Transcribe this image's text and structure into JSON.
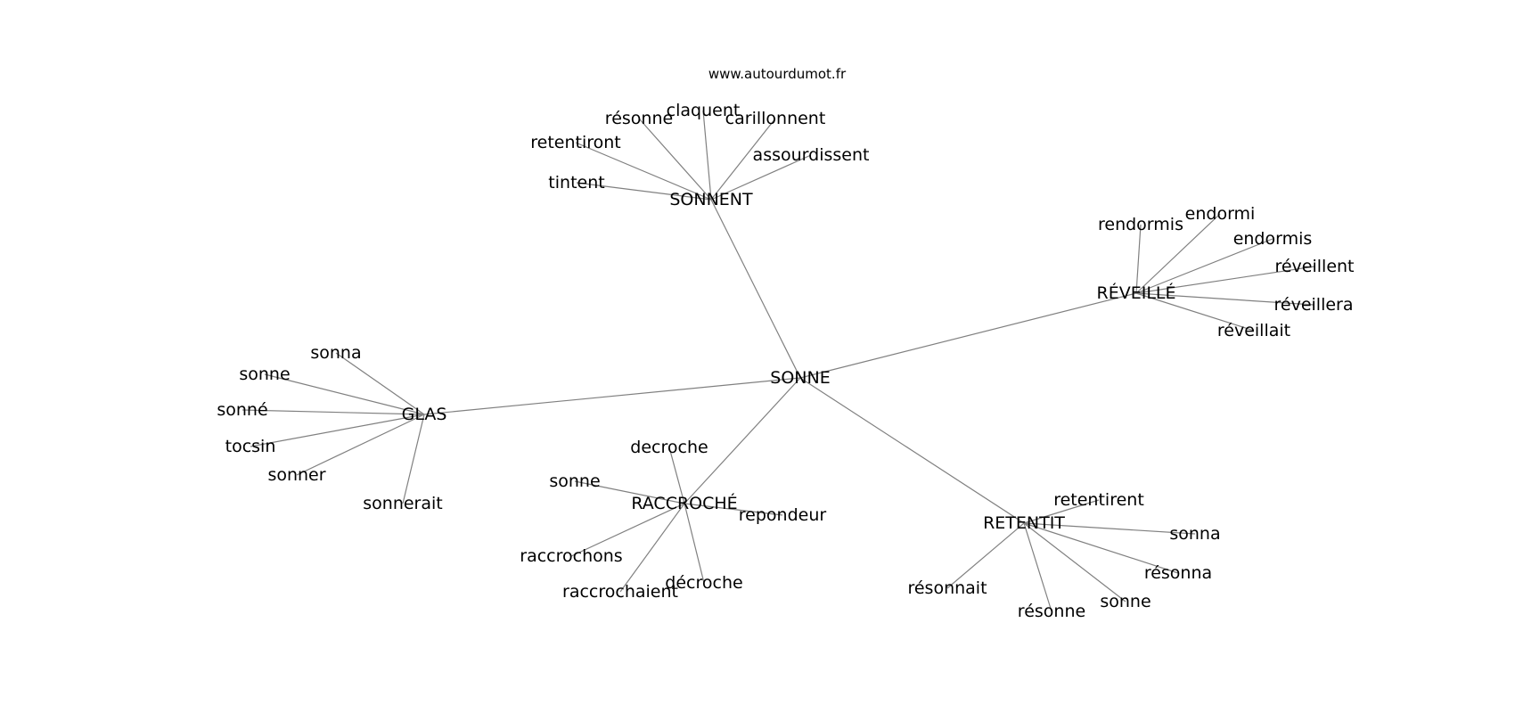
{
  "source": "www.autourdumot.fr",
  "root": "SONNE",
  "hubs": [
    {
      "id": "sonnent",
      "label": "SONNENT",
      "leaves": [
        "tintent",
        "retentiront",
        "résonne",
        "claquent",
        "carillonnent",
        "assourdissent"
      ]
    },
    {
      "id": "reveille",
      "label": "RÉVEILLÉ",
      "leaves": [
        "rendormis",
        "endormi",
        "endormis",
        "réveillent",
        "réveillera",
        "réveillait"
      ]
    },
    {
      "id": "glas",
      "label": "GLAS",
      "leaves": [
        "sonna",
        "sonne",
        "sonné",
        "tocsin",
        "sonner",
        "sonnerait"
      ]
    },
    {
      "id": "raccroche",
      "label": "RACCROCHÉ",
      "leaves": [
        "decroche",
        "sonne",
        "repondeur",
        "raccrochons",
        "raccrochaient",
        "décroche"
      ]
    },
    {
      "id": "retentit",
      "label": "RETENTIT",
      "leaves": [
        "retentirent",
        "sonna",
        "résonna",
        "sonne",
        "résonne",
        "résonnait"
      ]
    }
  ]
}
